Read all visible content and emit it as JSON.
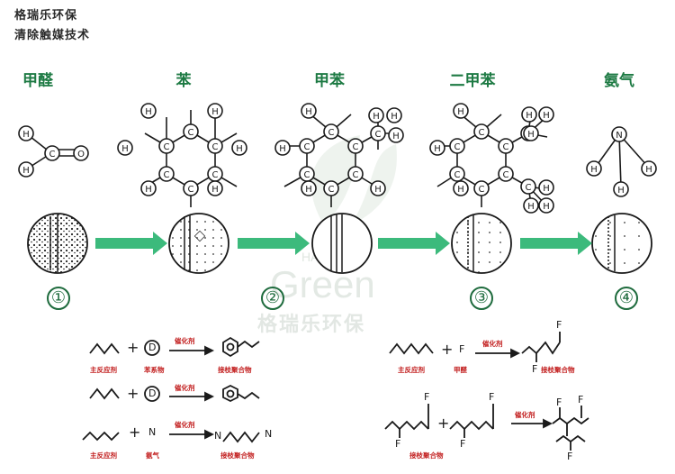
{
  "brand": {
    "line1": "格瑞乐环保",
    "line2": "清除触媒技术"
  },
  "molecules": [
    {
      "name": "甲醛"
    },
    {
      "name": "苯"
    },
    {
      "name": "甲苯"
    },
    {
      "name": "二甲苯"
    },
    {
      "name": "氨气"
    }
  ],
  "atoms": {
    "H": "H",
    "C": "C",
    "O": "O",
    "N": "N"
  },
  "steps": [
    "①",
    "②",
    "③",
    "④"
  ],
  "watermark": {
    "happy": "HAPPY",
    "green": "Green",
    "company": "格瑞乐环保"
  },
  "reactions": {
    "catalyst": "催化剂",
    "main_reactant": "主反应剂",
    "benzene_series": "苯系物",
    "graft_polymer": "接枝聚合物",
    "ammonia": "氨气",
    "formaldehyde": "甲醛",
    "plus": "+",
    "D": "D",
    "N": "N",
    "F": "F"
  },
  "colors": {
    "accent": "#1d7a43",
    "arrow": "#3cba7c",
    "label_red": "#c21e1e"
  }
}
